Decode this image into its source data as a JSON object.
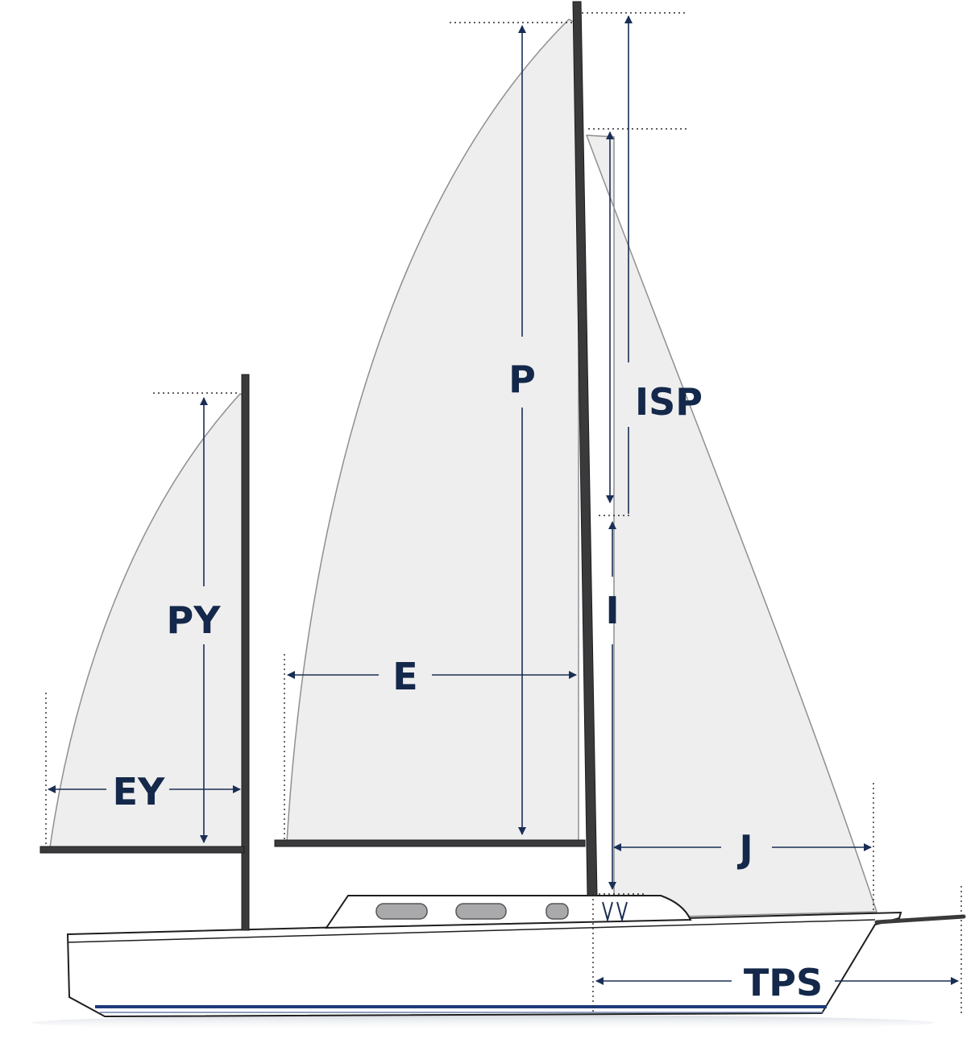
{
  "labels": {
    "P": "P",
    "ISP": "ISP",
    "I": "I",
    "E": "E",
    "J": "J",
    "PY": "PY",
    "EY": "EY",
    "TPS": "TPS"
  },
  "colors": {
    "label": "#13284a",
    "dimension": "#1a2e55",
    "sail": "#eeeeee",
    "spar": "#3a3a3c",
    "bottom_stripe": "#1e3a7a"
  }
}
